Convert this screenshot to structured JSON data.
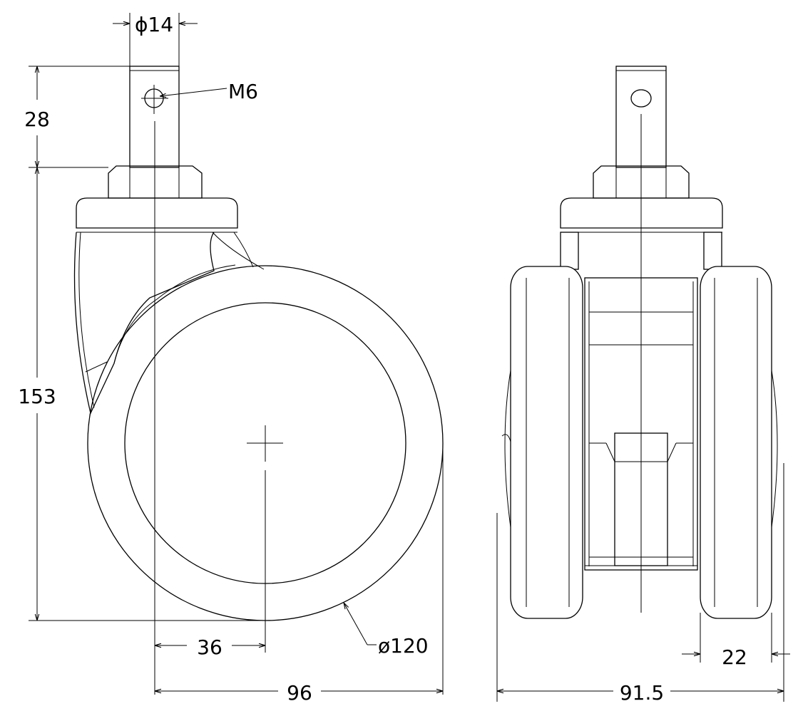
{
  "dimensions": {
    "stem_diameter": "ϕ14",
    "thread": "M6",
    "stem_height": "28",
    "total_height": "153",
    "offset": "36",
    "wheel_diameter": "ø120",
    "side_width": "96",
    "front_width": "91.5",
    "wheel_width": "22"
  },
  "colors": {
    "line": "#000000",
    "background": "#ffffff"
  }
}
